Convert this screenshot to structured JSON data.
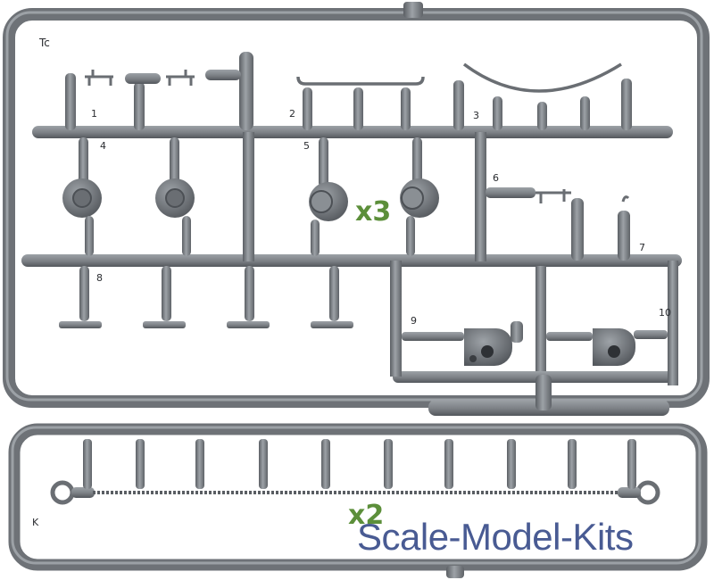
{
  "sprue_top": {
    "code": "Tc",
    "part_numbers": [
      "1",
      "2",
      "3",
      "4",
      "5",
      "6",
      "7",
      "8",
      "9",
      "10"
    ],
    "multiplier": "x3"
  },
  "sprue_bottom": {
    "code": "K",
    "multiplier": "x2"
  },
  "watermark": "Scale-Model-Kits",
  "colors": {
    "plastic": "#7a7e83",
    "plastic_light": "#9aa0a5",
    "plastic_dark": "#55595e",
    "multiplier": "#5c8f3a",
    "watermark": "#3a4e8a"
  }
}
